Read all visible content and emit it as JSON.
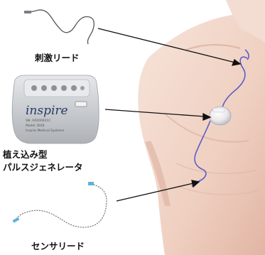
{
  "labels": {
    "stimulation_lead": "刺激リード",
    "implantable_pulse_generator_line1": "植え込み型",
    "implantable_pulse_generator_line2": "パルスジェネレータ",
    "sensing_lead": "センサリード"
  },
  "device": {
    "brand": "inspire",
    "sub_text_1": "SN: A0000021C",
    "sub_text_2": "Model 3028",
    "sub_text_3": "Inspire Medical Systems"
  },
  "colors": {
    "skin": "#f2d9cd",
    "skin_shadow": "#e5b9a8",
    "lead_wire": "#5b5ec4",
    "arrow": "#111111",
    "device_silver": "#c9ccd0"
  }
}
